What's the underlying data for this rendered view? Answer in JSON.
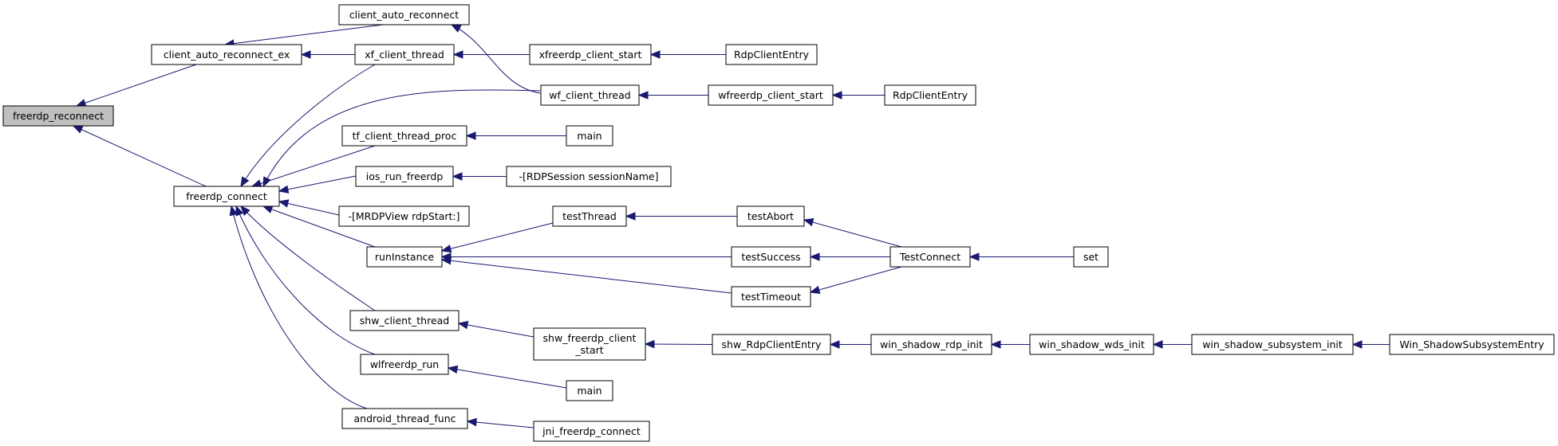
{
  "graph": {
    "edge_color": "#191970",
    "highlight_fill": "#bfbfbf",
    "nodes": [
      {
        "id": "freerdp_reconnect",
        "label": [
          "freerdp_reconnect"
        ],
        "highlight": true
      },
      {
        "id": "client_auto_reconnect_ex",
        "label": [
          "client_auto_reconnect_ex"
        ]
      },
      {
        "id": "freerdp_connect",
        "label": [
          "freerdp_connect"
        ]
      },
      {
        "id": "client_auto_reconnect",
        "label": [
          "client_auto_reconnect"
        ]
      },
      {
        "id": "xf_client_thread",
        "label": [
          "xf_client_thread"
        ]
      },
      {
        "id": "tf_client_thread_proc",
        "label": [
          "tf_client_thread_proc"
        ]
      },
      {
        "id": "ios_run_freerdp",
        "label": [
          "ios_run_freerdp"
        ]
      },
      {
        "id": "mrdpview_rdpstart",
        "label": [
          "-[MRDPView rdpStart:]"
        ]
      },
      {
        "id": "runInstance",
        "label": [
          "runInstance"
        ]
      },
      {
        "id": "shw_client_thread",
        "label": [
          "shw_client_thread"
        ]
      },
      {
        "id": "wlfreerdp_run",
        "label": [
          "wlfreerdp_run"
        ]
      },
      {
        "id": "android_thread_func",
        "label": [
          "android_thread_func"
        ]
      },
      {
        "id": "xfreerdp_client_start",
        "label": [
          "xfreerdp_client_start"
        ]
      },
      {
        "id": "wf_client_thread",
        "label": [
          "wf_client_thread"
        ]
      },
      {
        "id": "main_tf",
        "label": [
          "main"
        ]
      },
      {
        "id": "rdpsession_sessionname",
        "label": [
          "-[RDPSession sessionName]"
        ]
      },
      {
        "id": "testThread",
        "label": [
          "testThread"
        ]
      },
      {
        "id": "testSuccess",
        "label": [
          "testSuccess"
        ]
      },
      {
        "id": "testTimeout",
        "label": [
          "testTimeout"
        ]
      },
      {
        "id": "shw_freerdp_client_start",
        "label": [
          "shw_freerdp_client",
          "_start"
        ]
      },
      {
        "id": "main_wl",
        "label": [
          "main"
        ]
      },
      {
        "id": "jni_freerdp_connect",
        "label": [
          "jni_freerdp_connect"
        ]
      },
      {
        "id": "RdpClientEntry_x",
        "label": [
          "RdpClientEntry"
        ]
      },
      {
        "id": "wfreerdp_client_start",
        "label": [
          "wfreerdp_client_start"
        ]
      },
      {
        "id": "testAbort",
        "label": [
          "testAbort"
        ]
      },
      {
        "id": "shw_RdpClientEntry",
        "label": [
          "shw_RdpClientEntry"
        ]
      },
      {
        "id": "RdpClientEntry_w",
        "label": [
          "RdpClientEntry"
        ]
      },
      {
        "id": "TestConnect",
        "label": [
          "TestConnect"
        ]
      },
      {
        "id": "win_shadow_rdp_init",
        "label": [
          "win_shadow_rdp_init"
        ]
      },
      {
        "id": "set",
        "label": [
          "set"
        ]
      },
      {
        "id": "win_shadow_wds_init",
        "label": [
          "win_shadow_wds_init"
        ]
      },
      {
        "id": "win_shadow_subsystem_init",
        "label": [
          "win_shadow_subsystem_init"
        ]
      },
      {
        "id": "Win_ShadowSubsystemEntry",
        "label": [
          "Win_ShadowSubsystemEntry"
        ]
      }
    ],
    "edges": [
      {
        "from": "client_auto_reconnect_ex",
        "to": "freerdp_reconnect"
      },
      {
        "from": "freerdp_connect",
        "to": "freerdp_reconnect"
      },
      {
        "from": "client_auto_reconnect",
        "to": "client_auto_reconnect_ex"
      },
      {
        "from": "xf_client_thread",
        "to": "client_auto_reconnect_ex"
      },
      {
        "from": "xf_client_thread",
        "to": "freerdp_connect"
      },
      {
        "from": "wf_client_thread",
        "to": "freerdp_connect"
      },
      {
        "from": "tf_client_thread_proc",
        "to": "freerdp_connect"
      },
      {
        "from": "ios_run_freerdp",
        "to": "freerdp_connect"
      },
      {
        "from": "mrdpview_rdpstart",
        "to": "freerdp_connect"
      },
      {
        "from": "runInstance",
        "to": "freerdp_connect"
      },
      {
        "from": "shw_client_thread",
        "to": "freerdp_connect"
      },
      {
        "from": "wlfreerdp_run",
        "to": "freerdp_connect"
      },
      {
        "from": "android_thread_func",
        "to": "freerdp_connect"
      },
      {
        "from": "wf_client_thread",
        "to": "client_auto_reconnect"
      },
      {
        "from": "xfreerdp_client_start",
        "to": "xf_client_thread"
      },
      {
        "from": "RdpClientEntry_x",
        "to": "xfreerdp_client_start"
      },
      {
        "from": "wfreerdp_client_start",
        "to": "wf_client_thread"
      },
      {
        "from": "RdpClientEntry_w",
        "to": "wfreerdp_client_start"
      },
      {
        "from": "main_tf",
        "to": "tf_client_thread_proc"
      },
      {
        "from": "rdpsession_sessionname",
        "to": "ios_run_freerdp"
      },
      {
        "from": "testThread",
        "to": "runInstance"
      },
      {
        "from": "testSuccess",
        "to": "runInstance"
      },
      {
        "from": "testTimeout",
        "to": "runInstance"
      },
      {
        "from": "testAbort",
        "to": "testThread"
      },
      {
        "from": "TestConnect",
        "to": "testAbort"
      },
      {
        "from": "TestConnect",
        "to": "testSuccess"
      },
      {
        "from": "TestConnect",
        "to": "testTimeout"
      },
      {
        "from": "set",
        "to": "TestConnect"
      },
      {
        "from": "shw_freerdp_client_start",
        "to": "shw_client_thread"
      },
      {
        "from": "shw_RdpClientEntry",
        "to": "shw_freerdp_client_start"
      },
      {
        "from": "win_shadow_rdp_init",
        "to": "shw_RdpClientEntry"
      },
      {
        "from": "win_shadow_wds_init",
        "to": "win_shadow_rdp_init"
      },
      {
        "from": "win_shadow_subsystem_init",
        "to": "win_shadow_wds_init"
      },
      {
        "from": "Win_ShadowSubsystemEntry",
        "to": "win_shadow_subsystem_init"
      },
      {
        "from": "main_wl",
        "to": "wlfreerdp_run"
      },
      {
        "from": "jni_freerdp_connect",
        "to": "android_thread_func"
      }
    ]
  }
}
